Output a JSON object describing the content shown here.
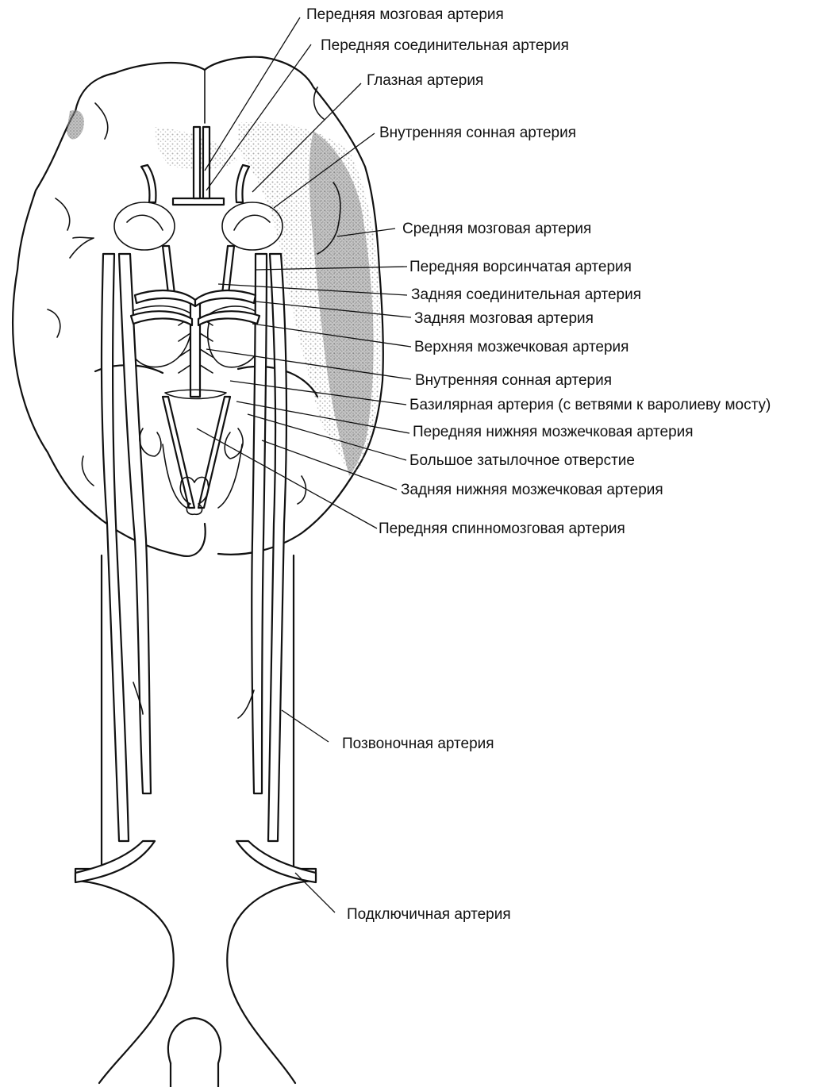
{
  "labels": {
    "anterior_cerebral": "Передняя мозговая артерия",
    "anterior_communicating": "Передняя соединительная артерия",
    "ophthalmic": "Глазная артерия",
    "internal_carotid_top": "Внутренняя сонная артерия",
    "middle_cerebral": "Средняя мозговая артерия",
    "anterior_choroidal": "Передняя ворсинчатая артерия",
    "posterior_communicating": "Задняя соединительная артерия",
    "posterior_cerebral": "Задняя мозговая артерия",
    "superior_cerebellar": "Верхняя мозжечковая артерия",
    "internal_carotid_mid": "Внутренняя сонная артерия",
    "basilar": "Базилярная артерия (с ветвями к варолиеву мосту)",
    "anterior_inferior_cerebellar": "Передняя нижняя мозжечковая артерия",
    "foramen_magnum": "Большое затылочное отверстие",
    "posterior_inferior_cerebellar": "Задняя нижняя мозжечковая артерия",
    "anterior_spinal": "Передняя спинномозговая артерия",
    "vertebral": "Позвоночная артерия",
    "subclavian": "Подключичная артерия"
  },
  "colors": {
    "ink": "#111111",
    "shading": "#8c8c8c",
    "background": "#ffffff"
  }
}
